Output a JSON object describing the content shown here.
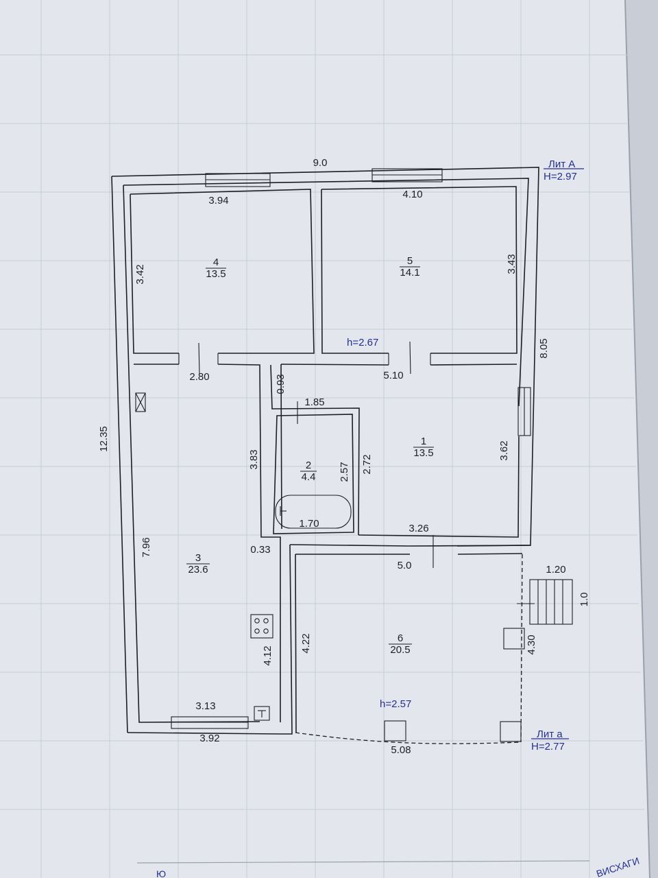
{
  "levels": {
    "main": {
      "name": "Лит А",
      "height": "H=2.97"
    },
    "annex": {
      "name": "Лит а",
      "height": "H=2.77"
    }
  },
  "ceiling_heights": {
    "main": "h=2.67",
    "annex": "h=2.57"
  },
  "rooms": [
    {
      "number": "1",
      "area": "13.5"
    },
    {
      "number": "2",
      "area": "4.4"
    },
    {
      "number": "3",
      "area": "23.6"
    },
    {
      "number": "4",
      "area": "13.5"
    },
    {
      "number": "5",
      "area": "14.1"
    },
    {
      "number": "6",
      "area": "20.5"
    }
  ],
  "dimensions": {
    "top_total": "9.0",
    "room4_width": "3.94",
    "room5_width": "4.10",
    "room4_height": "3.42",
    "room5_height": "3.43",
    "right_upper": "8.05",
    "left_total": "12.35",
    "room3_top": "2.80",
    "room1_top": "5.10",
    "corridor_height": "0.93",
    "bath_top": "1.85",
    "bath_left": "3.83",
    "bath_inner": "2.57",
    "bath_right": "2.72",
    "room1_right": "3.62",
    "tub_width": "1.70",
    "room1_bottom": "3.26",
    "room3_left": "7.96",
    "wall_thickness": "0.33",
    "room6_top": "5.0",
    "porch_width": "1.20",
    "porch_depth": "1.0",
    "room6_right": "4.30",
    "room6_left": "4.22",
    "room3_right": "4.12",
    "room3_bottom": "3.13",
    "bottom_left": "3.92",
    "bottom_right": "5.08"
  },
  "footer_text": "Ю",
  "corner_text": "ВИСХАГИ"
}
